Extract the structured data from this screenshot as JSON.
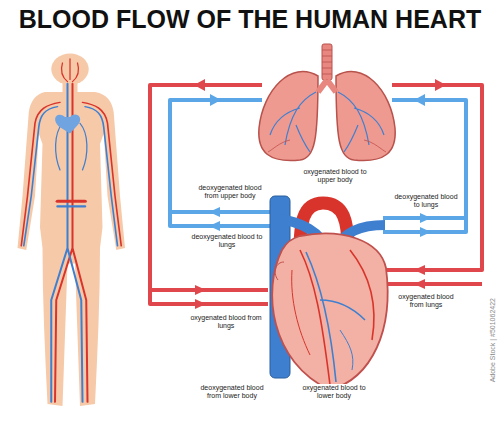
{
  "diagram": {
    "title": "BLOOD FLOW OF THE HUMAN HEART",
    "labels": [
      "oxygenated blood to upper body",
      "deoxygenated blood from upper body",
      "deoxygenated blood to lungs",
      "deoxygenated blood to lungs",
      "oxygenated blood from lungs",
      "oxygenated blood from lungs",
      "deoxygenated blood from lower body",
      "oxygenated blood to lower body",
      "Adobe Stock | #501062422"
    ]
  }
}
